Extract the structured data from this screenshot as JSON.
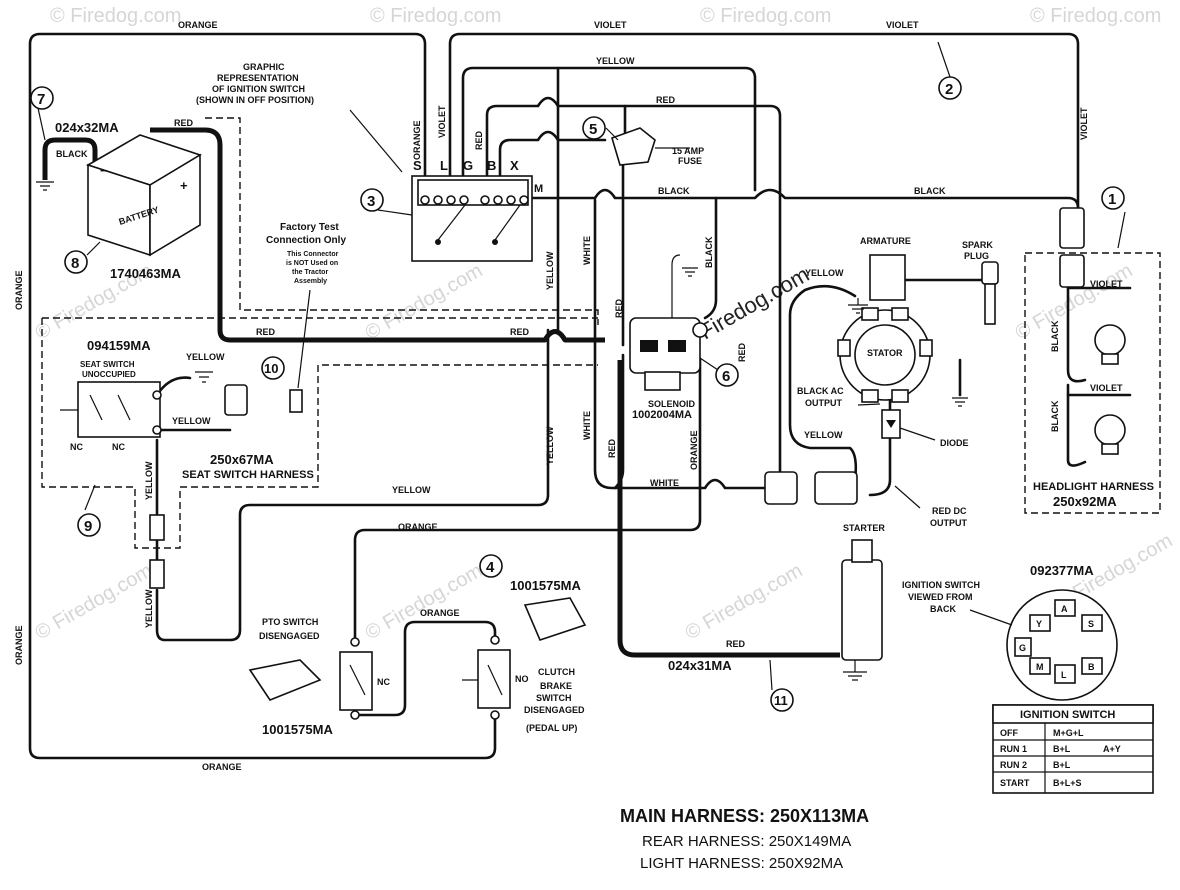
{
  "watermark": "© Firedog.com",
  "overlay_watermark": "Firedog.com",
  "wire_colors": {
    "orange": "ORANGE",
    "violet": "VIOLET",
    "yellow": "YELLOW",
    "red": "RED",
    "black": "BLACK",
    "white": "WHITE"
  },
  "callouts": [
    "1",
    "2",
    "3",
    "4",
    "5",
    "6",
    "7",
    "8",
    "9",
    "10",
    "11"
  ],
  "parts": {
    "battery_cable": "024x32MA",
    "battery": "1740463MA",
    "battery_label": "BATTERY",
    "seat_switch": "094159MA",
    "seat_switch_state": [
      "SEAT SWITCH",
      "UNOCCUPIED"
    ],
    "seat_harness_pn": "250x67MA",
    "seat_harness": "SEAT SWITCH HARNESS",
    "solenoid": "SOLENOID",
    "solenoid_pn": "1002004MA",
    "pto_switch_pn": "1001575MA",
    "clutch_switch_pn": "1001575MA",
    "starter_cable": "024x31MA",
    "starter": "STARTER",
    "headlight_harness": "HEADLIGHT HARNESS",
    "headlight_harness_pn": "250x92MA",
    "ignition_switch_pn": "092377MA",
    "fuse": [
      "15 AMP",
      "FUSE"
    ],
    "spark_plug": [
      "SPARK",
      "PLUG"
    ],
    "armature": "ARMATURE",
    "stator": "STATOR",
    "black_ac": [
      "BLACK AC",
      "OUTPUT"
    ],
    "diode": "DIODE",
    "red_dc": [
      "RED DC",
      "OUTPUT"
    ],
    "graphic_rep": [
      "GRAPHIC",
      "REPRESENTATION",
      "OF IGNITION SWITCH",
      "(SHOWN IN OFF POSITION)"
    ],
    "factory_test": [
      "Factory Test",
      "Connection Only"
    ],
    "connector_note": [
      "This Connector",
      "is NOT Used on",
      "the Tractor",
      "Assembly"
    ],
    "pto_text": [
      "PTO SWITCH",
      "DISENGAGED"
    ],
    "clutch_text": [
      "CLUTCH",
      "BRAKE",
      "SWITCH",
      "DISENGAGED",
      "(PEDAL UP)"
    ],
    "ign_back": [
      "IGNITION SWITCH",
      "VIEWED FROM",
      "BACK"
    ],
    "nc": "NC",
    "no": "NO",
    "terminals": [
      "S",
      "L",
      "G",
      "B",
      "X",
      "M"
    ],
    "ign_pins": [
      "Y",
      "A",
      "S",
      "G",
      "M",
      "L",
      "B"
    ]
  },
  "ignition_table": {
    "title": "IGNITION SWITCH",
    "rows": [
      {
        "pos": "OFF",
        "circuit": "M+G+L",
        "extra": ""
      },
      {
        "pos": "RUN 1",
        "circuit": "B+L",
        "extra": "A+Y"
      },
      {
        "pos": "RUN 2",
        "circuit": "B+L",
        "extra": ""
      },
      {
        "pos": "START",
        "circuit": "B+L+S",
        "extra": ""
      }
    ]
  },
  "footer": {
    "main": "MAIN HARNESS: 250X113MA",
    "rear": "REAR HARNESS: 250X149MA",
    "light": "LIGHT HARNESS: 250X92MA"
  }
}
